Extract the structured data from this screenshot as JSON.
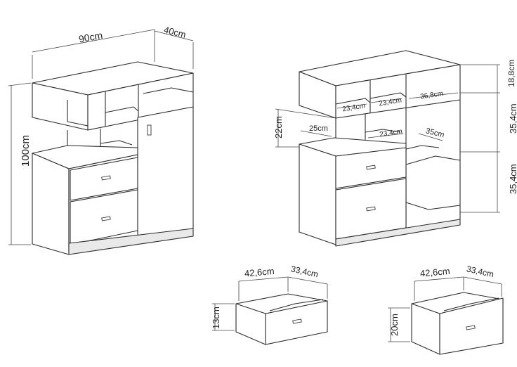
{
  "dimensions": {
    "main_width": "90cm",
    "main_depth": "40cm",
    "main_height": "100cm",
    "top_comp_height": "18,8cm",
    "top_comp_width_a": "23,4cm",
    "top_comp_width_b": "23,4cm",
    "top_comp_width_c": "36,8cm",
    "mid_height": "35,4cm",
    "low_height": "35,4cm",
    "gap_height": "22cm",
    "gap_depth": "25cm",
    "mid_comp_width": "23,4cm",
    "mid_comp_depth": "35cm",
    "drawer_small_width": "42,6cm",
    "drawer_small_depth": "33,4cm",
    "drawer_small_height": "13cm",
    "drawer_large_width": "42,6cm",
    "drawer_large_depth": "33,4cm",
    "drawer_large_height": "20cm"
  },
  "colors": {
    "line": "#2b2b2b",
    "shade": "#e9e9e9"
  }
}
